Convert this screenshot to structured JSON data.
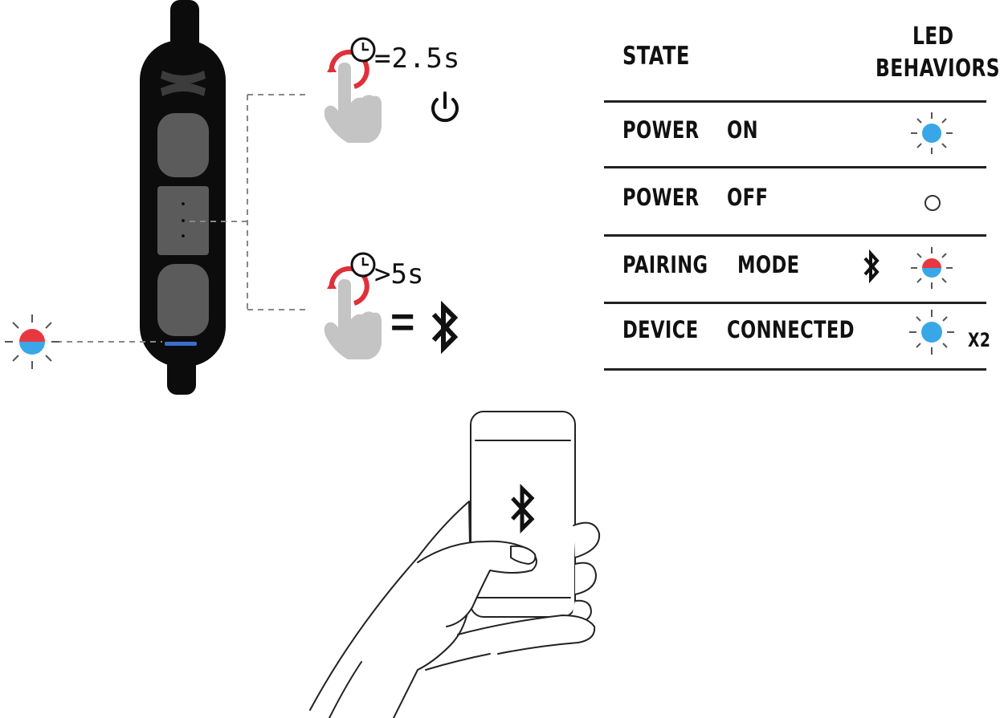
{
  "press_power": {
    "duration": "=2.5s"
  },
  "press_pair": {
    "duration": ">5s",
    "equals": "="
  },
  "table": {
    "header_state": "STATE",
    "header_led_line1": "LED",
    "header_led_line2": "BEHAVIORS",
    "rows": [
      {
        "col1": "POWER",
        "col2": "ON",
        "led": "blue-led-icon",
        "suffix": ""
      },
      {
        "col1": "POWER",
        "col2": "OFF",
        "led": "off-led-icon",
        "suffix": ""
      },
      {
        "col1": "PAIRING",
        "col2": "MODE",
        "led": "red-blue-led-icon",
        "suffix": ""
      },
      {
        "col1": "DEVICE",
        "col2": "CONNECTED",
        "led": "blue-led-icon",
        "suffix": "X2"
      }
    ]
  },
  "icons": [
    "clock-icon",
    "power-icon",
    "bluetooth-icon",
    "hand-press-icon",
    "led-icon",
    "phone-icon",
    "hand-holding-phone-icon",
    "under-armour-logo"
  ],
  "colors": {
    "led_blue": "#39a6e8",
    "led_red": "#e8383f",
    "press_red": "#e0303a",
    "remote_body": "#0c0c0c",
    "button_grey": "#5b5b5b",
    "hand_grey": "#c4c4c4"
  }
}
